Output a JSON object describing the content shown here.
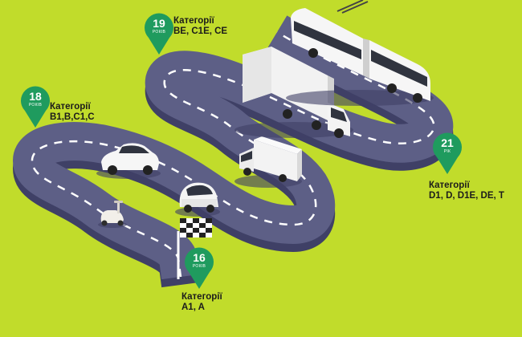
{
  "colors": {
    "background": "#c1dc2b",
    "road": "#5d5f86",
    "road_side": "#3f4066",
    "lane_marking": "#ffffff",
    "pin": "#1f9b5e",
    "label_text": "#1b1b1b"
  },
  "milestones": [
    {
      "age": "16",
      "unit": "РОКІВ",
      "heading": "Категорії",
      "categories": "A1, A"
    },
    {
      "age": "18",
      "unit": "РОКІВ",
      "heading": "Категорії",
      "categories": "B1,B,C1,C"
    },
    {
      "age": "19",
      "unit": "РОКІВ",
      "heading": "Категорії",
      "categories": "BE, C1E, CE"
    },
    {
      "age": "21",
      "unit": "РІК",
      "heading": "Категорії",
      "categories": "D1, D, D1E, DE, T"
    }
  ],
  "vehicles": [
    {
      "name": "scooter-icon"
    },
    {
      "name": "small-car-icon"
    },
    {
      "name": "sedan-icon"
    },
    {
      "name": "delivery-truck-icon"
    },
    {
      "name": "semi-truck-icon"
    },
    {
      "name": "trolleybus-icon"
    }
  ]
}
